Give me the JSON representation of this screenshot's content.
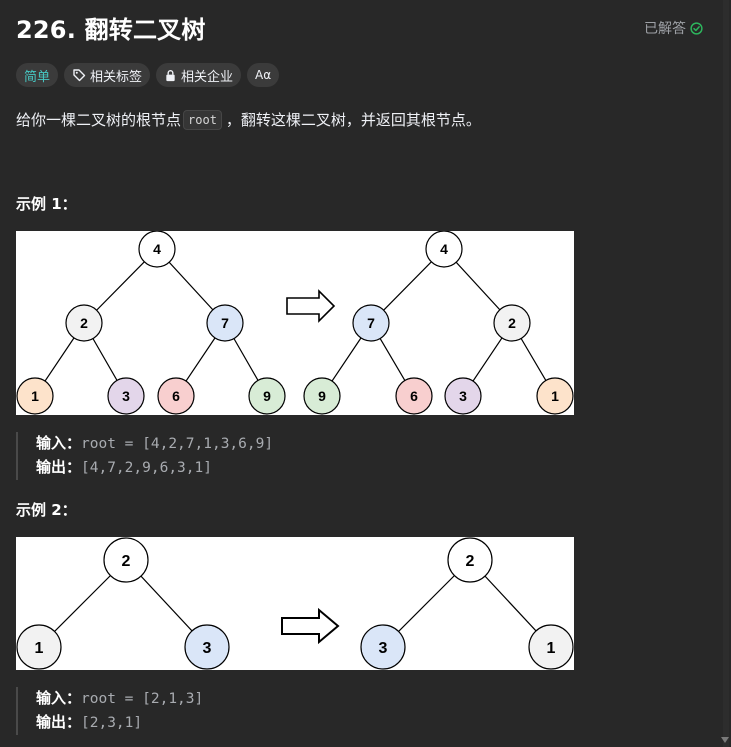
{
  "problem": {
    "title": "226. 翻转二叉树",
    "status": "已解答",
    "status_icon": "check-circle-icon",
    "colors": {
      "accent_easy": "#46c6c2",
      "solved": "#2db55d"
    }
  },
  "tags": [
    {
      "label": "简单",
      "icon": ""
    },
    {
      "label": "相关标签",
      "icon": "tag-icon"
    },
    {
      "label": "相关企业",
      "icon": "lock-icon"
    },
    {
      "label": "Aα",
      "icon": "translate-icon"
    }
  ],
  "description": {
    "before": "给你一棵二叉树的根节点",
    "code": "root",
    "after": "，翻转这棵二叉树，并返回其根节点。"
  },
  "examples": [
    {
      "title": "示例 1：",
      "input_key": "输入：",
      "input_value": "root = [4,2,7,1,3,6,9]",
      "output_key": "输出：",
      "output_value": "[4,7,2,9,6,3,1]",
      "before_tree": [
        "4",
        "2",
        "7",
        "1",
        "3",
        "6",
        "9"
      ],
      "after_tree": [
        "4",
        "7",
        "2",
        "9",
        "6",
        "3",
        "1"
      ]
    },
    {
      "title": "示例 2：",
      "input_key": "输入：",
      "input_value": "root = [2,1,3]",
      "output_key": "输出：",
      "output_value": "[2,3,1]",
      "before_tree": [
        "2",
        "1",
        "3"
      ],
      "after_tree": [
        "2",
        "3",
        "1"
      ]
    }
  ]
}
